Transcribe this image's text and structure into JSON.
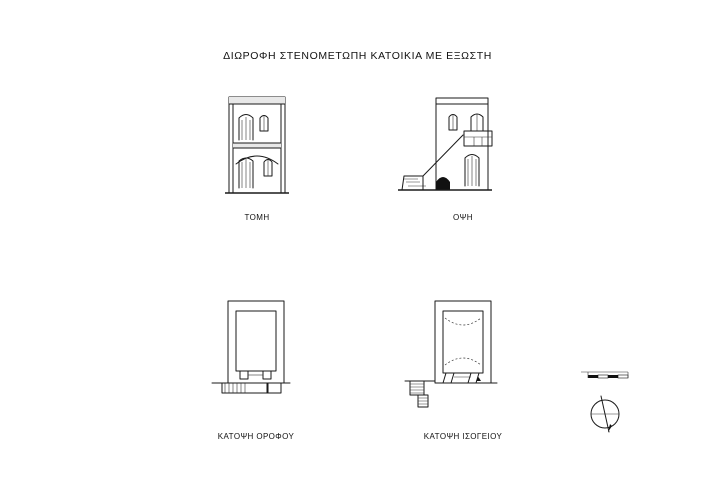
{
  "title": "ΔΙΩΡΟΦΗ ΣΤΕΝΟΜΕΤΩΠΗ ΚΑΤΟΙΚΙΑ ΜΕ ΕΞΩΣΤΗ",
  "drawings": {
    "section": {
      "label": "ΤΟΜΗ"
    },
    "elevation": {
      "label": "ΟΨΗ"
    },
    "upper_plan": {
      "label": "ΚΑΤΟΨΗ ΟΡΟΦΟΥ"
    },
    "ground_plan": {
      "label": "ΚΑΤΟΨΗ ΙΣΟΓΕΙΟΥ"
    }
  },
  "icons": [
    "scale-bar-icon",
    "north-arrow-icon"
  ]
}
